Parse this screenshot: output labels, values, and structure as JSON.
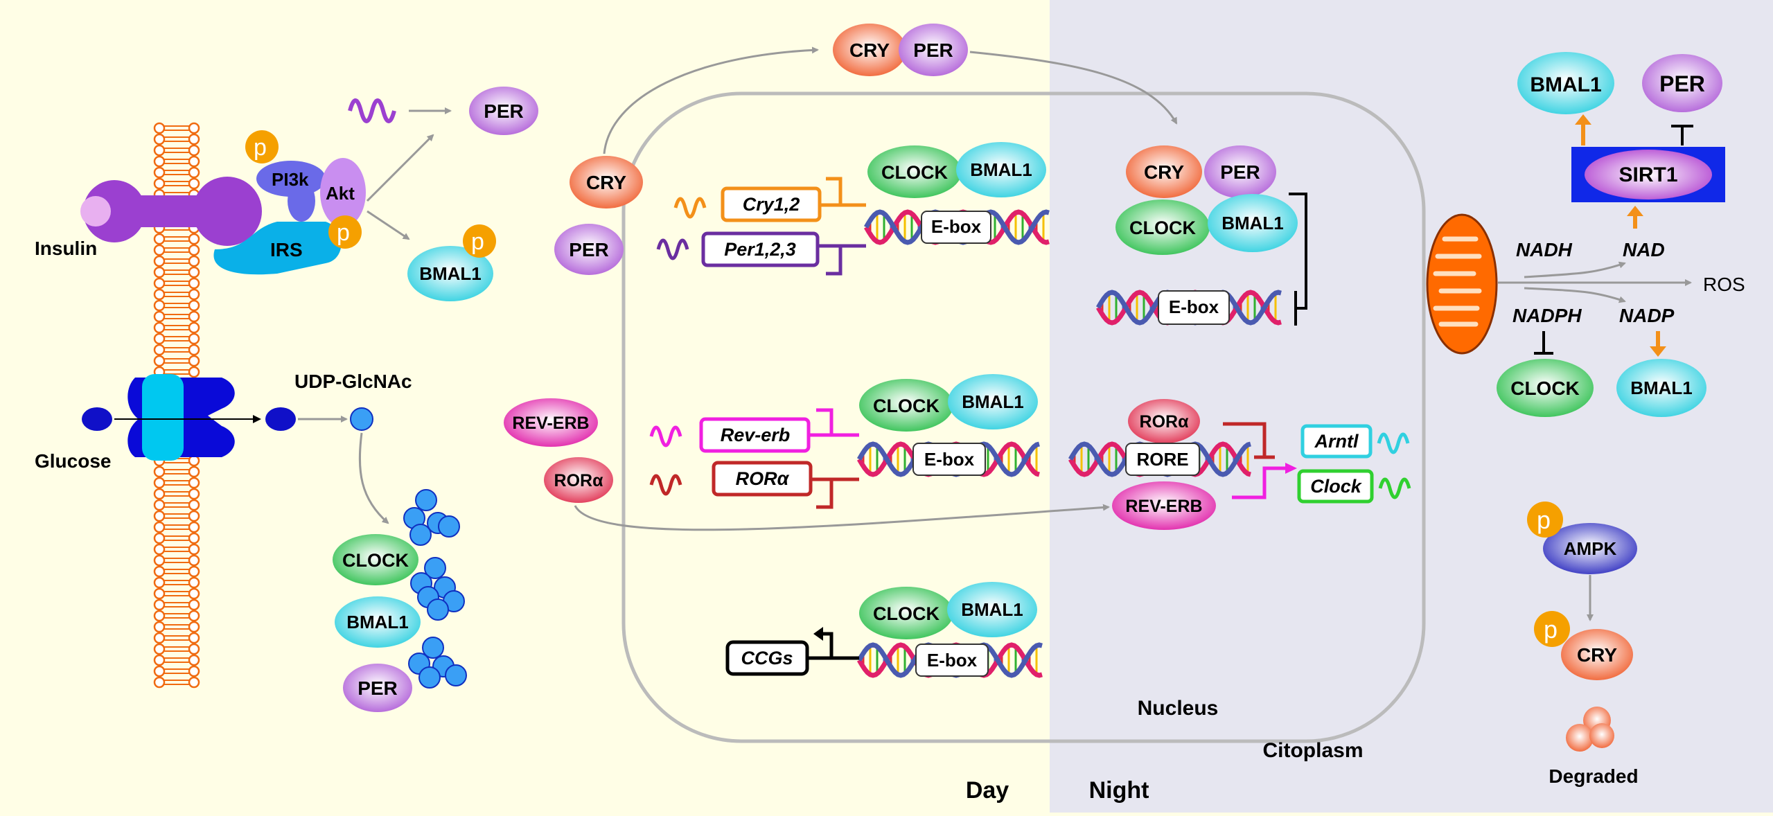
{
  "sections": {
    "day": "Day",
    "night": "Night",
    "nucleus": "Nucleus",
    "cytoplasm": "Citoplasm",
    "degraded": "Degraded"
  },
  "membrane": {
    "insulin": "Insulin",
    "glucose": "Glucose",
    "udp": "UDP-GlcNAc",
    "pi3k": "PI3k",
    "akt": "Akt",
    "irs": "IRS",
    "p": "p"
  },
  "proteins": {
    "per": "PER",
    "cry": "CRY",
    "bmal1": "BMAL1",
    "clock": "CLOCK",
    "reverb": "REV-ERB",
    "rora": "RORα",
    "sirt1": "SIRT1",
    "ampk": "AMPK"
  },
  "genes": {
    "cry12": "Cry1,2",
    "per123": "Per1,2,3",
    "reverb": "Rev-erb",
    "rora": "RORα",
    "ccgs": "CCGs",
    "arntl": "Arntl",
    "clock": "Clock"
  },
  "elements": {
    "ebox": "E-box",
    "rore": "RORE"
  },
  "metabolism": {
    "nadh": "NADH",
    "nad": "NAD",
    "nadph": "NADPH",
    "nadp": "NADP",
    "ros": "ROS"
  },
  "colors": {
    "day_bg": "#fffee6",
    "night_bg": "#e6e6f0",
    "per": "#b060d8",
    "cry": "#f06030",
    "bmal1": "#30d0e0",
    "clock": "#30c050",
    "reverb": "#e020a8",
    "rora": "#e03050",
    "sirt1": "#b040d0",
    "ampk": "#3030c0",
    "mito": "#ff6a00",
    "phospho": "#f5a000"
  }
}
